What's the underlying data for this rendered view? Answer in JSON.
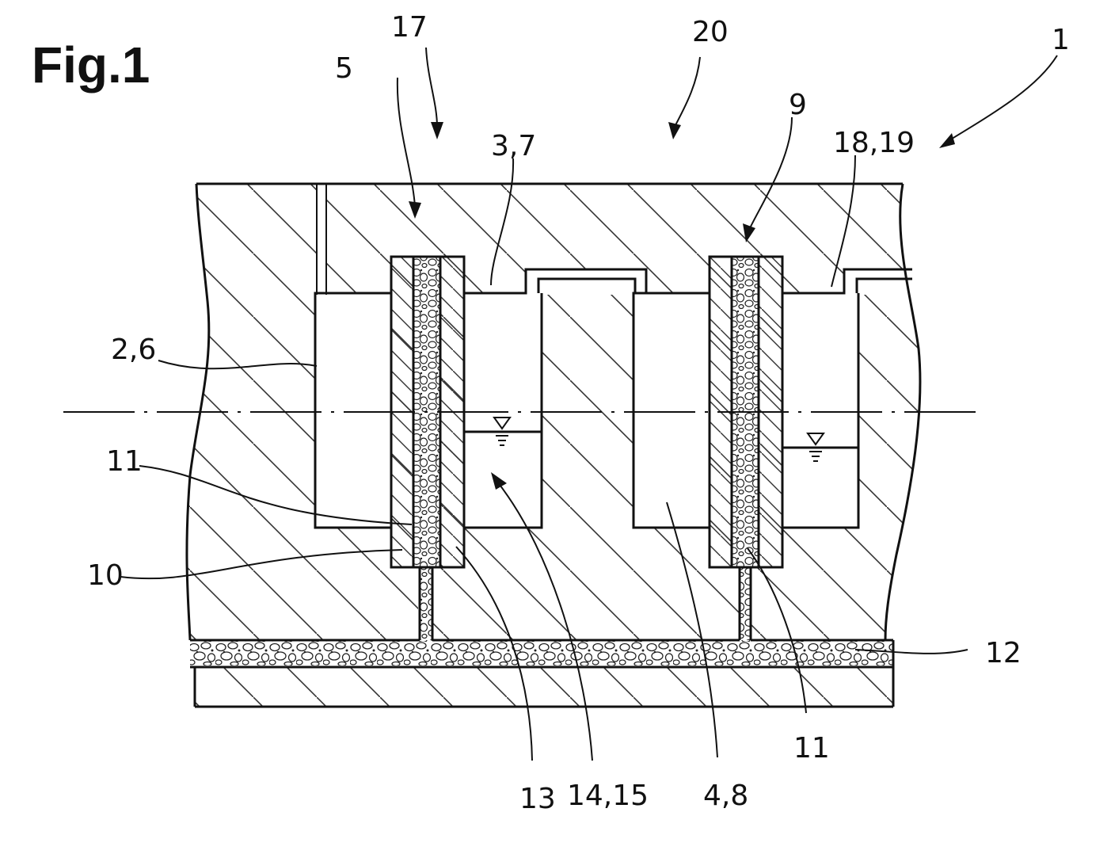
{
  "figure": {
    "title": "Fig.1",
    "labels": {
      "l1": "1",
      "l5": "5",
      "l17": "17",
      "l20": "20",
      "l9": "9",
      "l37": "3,7",
      "l1819": "18,19",
      "l26": "2,6",
      "l11a": "11",
      "l10": "10",
      "l13": "13",
      "l1415": "14,15",
      "l48": "4,8",
      "l11b": "11",
      "l12": "12"
    }
  }
}
